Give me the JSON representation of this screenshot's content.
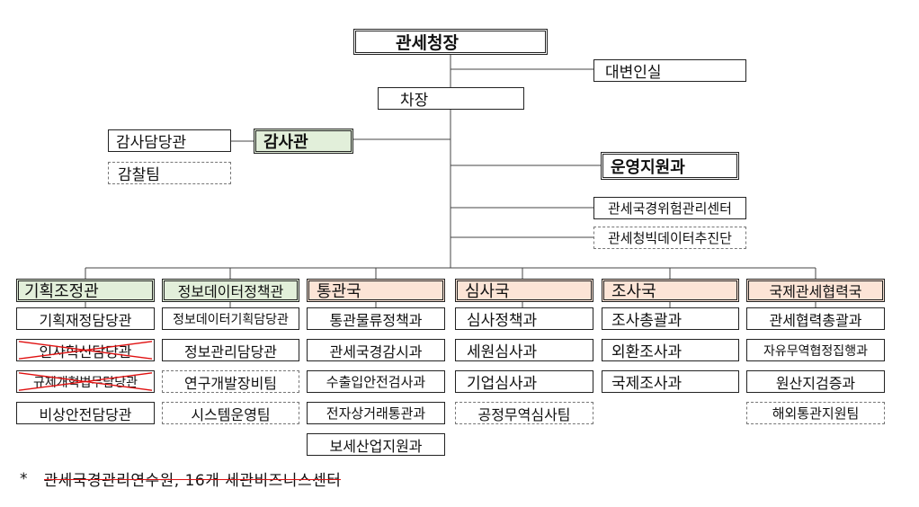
{
  "top": {
    "head": "관세청장",
    "spokesperson": "대변인실",
    "deputy": "차장",
    "audit_officer": "감사관",
    "audit_staff": "감사담당관",
    "inspection_team": "감찰팀",
    "operations_support": "운영지원과",
    "border_risk_center": "관세국경위험관리센터",
    "bigdata_unit": "관세청빅데이터추진단"
  },
  "bureaus": [
    {
      "title": "기획조정관",
      "units": [
        "기획재정담당관",
        "인사혁신담당관",
        "규제개혁법무담당관",
        "비상안전담당관"
      ]
    },
    {
      "title": "정보데이터정책관",
      "units": [
        "정보데이터기획담당관",
        "정보관리담당관",
        "연구개발장비팀",
        "시스템운영팀"
      ]
    },
    {
      "title": "통관국",
      "units": [
        "통관물류정책과",
        "관세국경감시과",
        "수출입안전검사과",
        "전자상거래통관과",
        "보세산업지원과"
      ]
    },
    {
      "title": "심사국",
      "units": [
        "심사정책과",
        "세원심사과",
        "기업심사과",
        "공정무역심사팀"
      ]
    },
    {
      "title": "조사국",
      "units": [
        "조사총괄과",
        "외환조사과",
        "국제조사과"
      ]
    },
    {
      "title": "국제관세협력국",
      "units": [
        "관세협력총괄과",
        "자유무역협정집행과",
        "원산지검증과",
        "해외통관지원팀"
      ]
    }
  ],
  "footnote": {
    "marker": "*",
    "text": "관세국경관리연수원, 16개 세관비즈니스센터"
  },
  "colors": {
    "green_header": "#e2efda",
    "peach_header": "#fce4d6",
    "strike": "#e01010"
  }
}
